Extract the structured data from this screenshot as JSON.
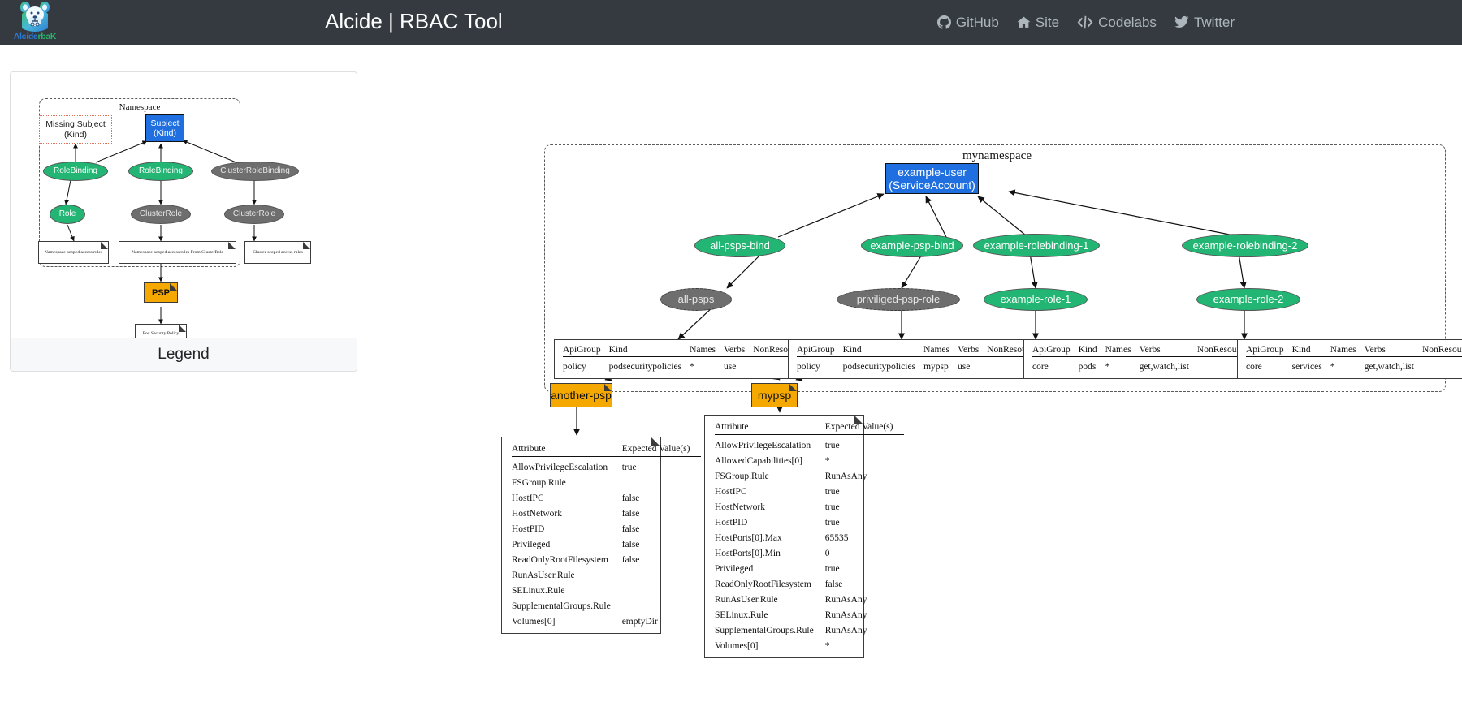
{
  "header": {
    "title": "Alcide | RBAC Tool",
    "logo": {
      "word_1": "Alcide",
      "word_2": "rbaK",
      "icon": "bear-logo-icon"
    },
    "nav": [
      {
        "label": "GitHub",
        "icon": "github-icon"
      },
      {
        "label": "Site",
        "icon": "home-icon"
      },
      {
        "label": "Codelabs",
        "icon": "code-icon"
      },
      {
        "label": "Twitter",
        "icon": "twitter-icon"
      }
    ]
  },
  "legend": {
    "footer_label": "Legend",
    "namespace_label": "Namespace",
    "nodes": {
      "missing_subject": "Missing Subject\n(Kind)",
      "missing_subject_l1": "Missing Subject",
      "missing_subject_l2": "(Kind)",
      "subject_l1": "Subject",
      "subject_l2": "(Kind)",
      "rolebinding_1": "RoleBinding",
      "rolebinding_2": "RoleBinding",
      "clusterrolebinding": "ClusterRoleBinding",
      "role": "Role",
      "clusterrole_1": "ClusterRole",
      "clusterrole_2": "ClusterRole",
      "psp": "PSP"
    },
    "notes": {
      "ns_scoped": "Namespace-scoped access rules",
      "ns_scoped_from_cluster": "Namespace-scoped access rules From ClusterRole",
      "cluster_scoped": "Cluster-scoped access rules",
      "pod_security_policy": "Pod Security Policy"
    }
  },
  "graph": {
    "namespace_label": "mynamespace",
    "subject": {
      "line1": "example-user",
      "line2": "(ServiceAccount)"
    },
    "bindings": [
      {
        "name": "all-psps-bind",
        "style": "green"
      },
      {
        "name": "example-psp-bind",
        "style": "green"
      },
      {
        "name": "example-rolebinding-1",
        "style": "green"
      },
      {
        "name": "example-rolebinding-2",
        "style": "green"
      }
    ],
    "roles": [
      {
        "name": "all-psps",
        "style": "gray-dashed"
      },
      {
        "name": "priviliged-psp-role",
        "style": "gray-dashed"
      },
      {
        "name": "example-role-1",
        "style": "green"
      },
      {
        "name": "example-role-2",
        "style": "green"
      }
    ],
    "psps": [
      {
        "name": "another-psp"
      },
      {
        "name": "mypsp"
      }
    ],
    "rules_headers": [
      "ApiGroup",
      "Kind",
      "Names",
      "Verbs",
      "NonResourceURI"
    ],
    "rules_tables": [
      {
        "id": "all-psps-rules",
        "rows": [
          [
            "policy",
            "podsecuritypolicies",
            "*",
            "use",
            ""
          ]
        ]
      },
      {
        "id": "priviliged-psp-role-rules",
        "rows": [
          [
            "policy",
            "podsecuritypolicies",
            "mypsp",
            "use",
            ""
          ]
        ]
      },
      {
        "id": "example-role-1-rules",
        "rows": [
          [
            "core",
            "pods",
            "*",
            "get,watch,list",
            ""
          ]
        ]
      },
      {
        "id": "example-role-2-rules",
        "rows": [
          [
            "core",
            "services",
            "*",
            "get,watch,list",
            ""
          ]
        ]
      }
    ],
    "attr_headers": [
      "Attribute",
      "Expected Value(s)"
    ],
    "attr_tables": [
      {
        "id": "another-psp-attrs",
        "rows": [
          [
            "AllowPrivilegeEscalation",
            "true"
          ],
          [
            "FSGroup.Rule",
            ""
          ],
          [
            "HostIPC",
            "false"
          ],
          [
            "HostNetwork",
            "false"
          ],
          [
            "HostPID",
            "false"
          ],
          [
            "Privileged",
            "false"
          ],
          [
            "ReadOnlyRootFilesystem",
            "false"
          ],
          [
            "RunAsUser.Rule",
            ""
          ],
          [
            "SELinux.Rule",
            ""
          ],
          [
            "SupplementalGroups.Rule",
            ""
          ],
          [
            "Volumes[0]",
            "emptyDir"
          ]
        ]
      },
      {
        "id": "mypsp-attrs",
        "rows": [
          [
            "AllowPrivilegeEscalation",
            "true"
          ],
          [
            "AllowedCapabilities[0]",
            "*"
          ],
          [
            "FSGroup.Rule",
            "RunAsAny"
          ],
          [
            "HostIPC",
            "true"
          ],
          [
            "HostNetwork",
            "true"
          ],
          [
            "HostPID",
            "true"
          ],
          [
            "HostPorts[0].Max",
            "65535"
          ],
          [
            "HostPorts[0].Min",
            "0"
          ],
          [
            "Privileged",
            "true"
          ],
          [
            "ReadOnlyRootFilesystem",
            "false"
          ],
          [
            "RunAsUser.Rule",
            "RunAsAny"
          ],
          [
            "SELinux.Rule",
            "RunAsAny"
          ],
          [
            "SupplementalGroups.Rule",
            "RunAsAny"
          ],
          [
            "Volumes[0]",
            "*"
          ]
        ]
      }
    ]
  },
  "colors": {
    "navbar_bg": "#343a40",
    "green_node": "#22b573",
    "gray_node": "#6e6e6e",
    "blue_node": "#1f6fe0",
    "psp_orange": "#F5A800",
    "missing_red": "#e1705a"
  }
}
